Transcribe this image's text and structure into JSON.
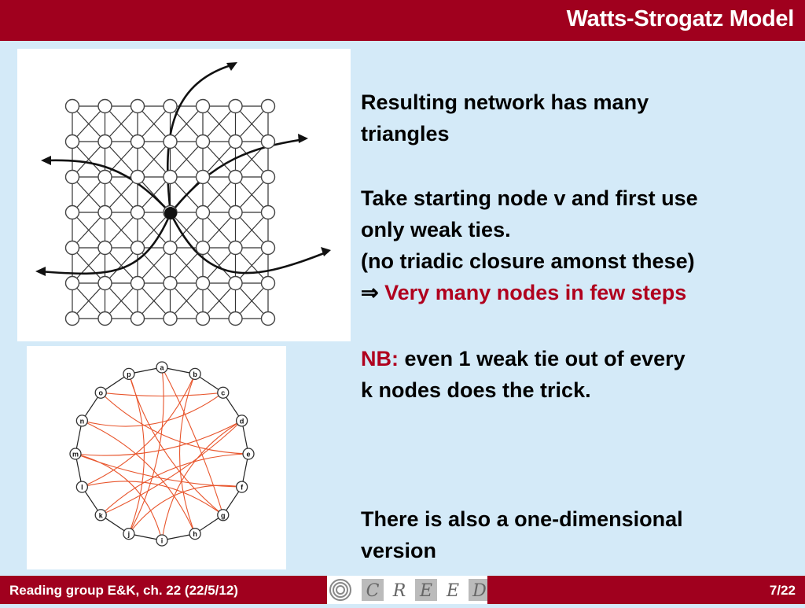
{
  "header": {
    "title": "Watts-Strogatz Model"
  },
  "content": {
    "para1": [
      "Resulting network has many",
      "triangles"
    ],
    "para2": [
      "Take starting node v and first use",
      "only weak ties.",
      "(no triadic closure amonst these)"
    ],
    "implies_symbol": "⇒",
    "implies_text": "Very many nodes in few steps",
    "nb_label": "NB:",
    "nb_text": "even 1 weak tie out of every",
    "nb_text2": "k nodes does the trick.",
    "para4": [
      "There is also a one-dimensional",
      "version"
    ]
  },
  "ring_figure": {
    "nodes": [
      "a",
      "b",
      "c",
      "d",
      "e",
      "f",
      "g",
      "h",
      "i",
      "j",
      "k",
      "l",
      "m",
      "n",
      "o",
      "p"
    ]
  },
  "footer": {
    "left": "Reading group E&K, ch. 22 (22/5/12)",
    "logo_letters": [
      "C",
      "R",
      "E",
      "E",
      "D"
    ],
    "page": "7/22"
  },
  "colors": {
    "accent": "#a0001e",
    "background": "#d4eaf8",
    "highlight": "#b0001e"
  }
}
